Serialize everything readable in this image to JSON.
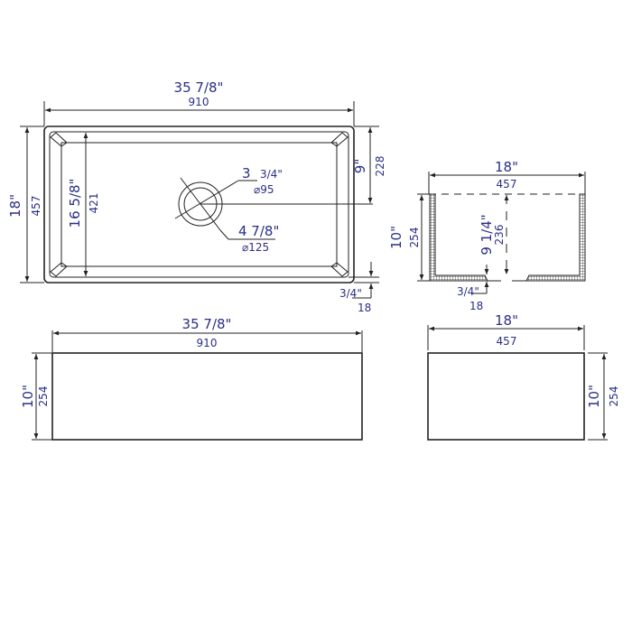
{
  "drawing": {
    "subject": "Farmhouse sink dimension drawing",
    "text_color": "#2b2f86",
    "line_color": "#222222"
  },
  "top_view": {
    "overall_width": {
      "in": "35 7/8\"",
      "mm": "910"
    },
    "overall_depth": {
      "in": "18\"",
      "mm": "457"
    },
    "inner_depth": {
      "in": "16 5/8\"",
      "mm": "421"
    },
    "drain_center": {
      "in": "9\"",
      "mm": "228"
    },
    "drain_inner": {
      "in_whole": "3",
      "in_frac": "3/4\"",
      "mm": "⌀95"
    },
    "drain_outer": {
      "in": "4 7/8\"",
      "mm": "⌀125"
    },
    "rim": {
      "in": "3/4\"",
      "mm": "18"
    }
  },
  "section_view": {
    "width": {
      "in": "18\"",
      "mm": "457"
    },
    "height": {
      "in": "10\"",
      "mm": "254"
    },
    "inner_depth": {
      "in": "9 1/4\"",
      "mm": "236"
    },
    "wall": {
      "in": "3/4\"",
      "mm": "18"
    }
  },
  "front_view": {
    "width": {
      "in": "35 7/8\"",
      "mm": "910"
    },
    "height": {
      "in": "10\"",
      "mm": "254"
    }
  },
  "side_view": {
    "width": {
      "in": "18\"",
      "mm": "457"
    },
    "height": {
      "in": "10\"",
      "mm": "254"
    }
  }
}
